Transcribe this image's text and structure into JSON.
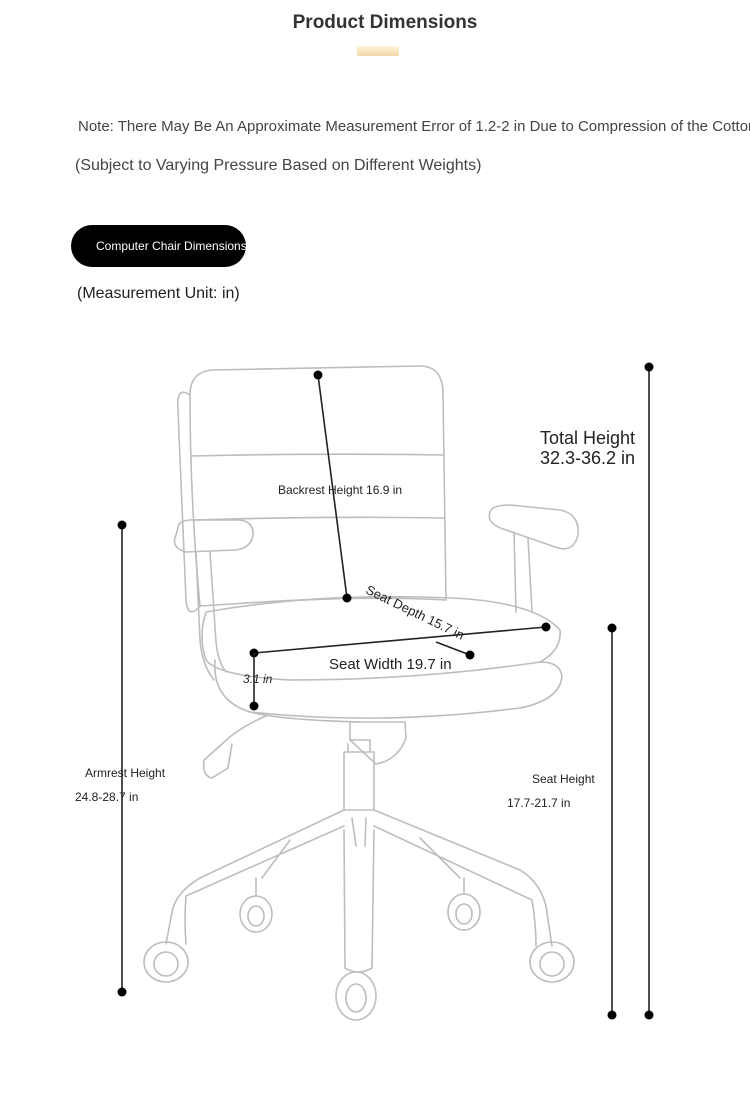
{
  "header": {
    "title": "Product Dimensions"
  },
  "notes": {
    "note": "Note: There May Be An Approximate Measurement Error of 1.2-2 in Due to Compression of the Cotton",
    "subject": "(Subject to Varying Pressure Based on Different Weights)"
  },
  "section": {
    "badge": "Computer Chair Dimensions",
    "unit": "(Measurement Unit: in)"
  },
  "dimensions": {
    "total_height_label": "Total Height",
    "total_height_value": "32.3-36.2 in",
    "backrest_height": "Backrest Height 16.9 in",
    "seat_depth": "Seat Depth 15.7 in",
    "seat_width": "Seat Width 19.7 in",
    "cushion_thickness": "3.1 in",
    "armrest_height_label": "Armrest Height",
    "armrest_height_value": "24.8-28.7 in",
    "seat_height_label": "Seat Height",
    "seat_height_value": "17.7-21.7 in"
  },
  "colors": {
    "line": "#222222",
    "chair_outline": "#bdbdbd",
    "badge_bg": "#000000",
    "accent": "#f0d8a8"
  }
}
